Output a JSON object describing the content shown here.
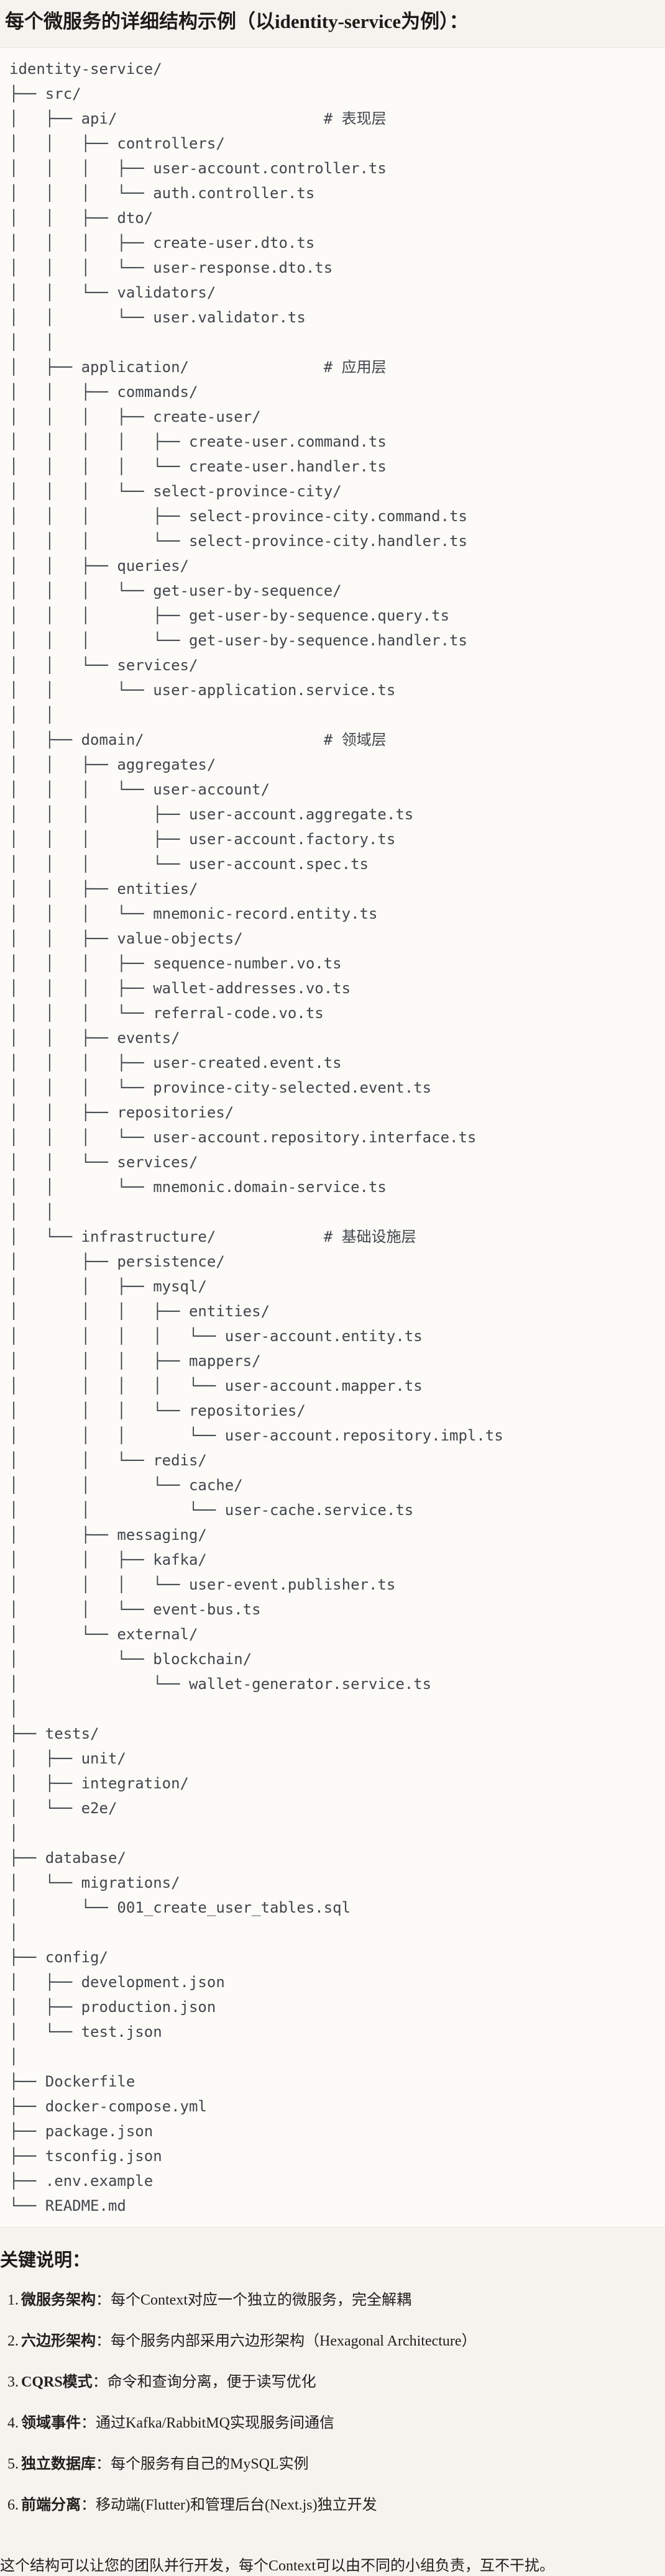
{
  "page": {
    "title": "每个微服务的详细结构示例（以identity-service为例）："
  },
  "code_block": {
    "lines": [
      "identity-service/",
      "├── src/",
      "│   ├── api/                       # 表现层",
      "│   │   ├── controllers/",
      "│   │   │   ├── user-account.controller.ts",
      "│   │   │   └── auth.controller.ts",
      "│   │   ├── dto/",
      "│   │   │   ├── create-user.dto.ts",
      "│   │   │   └── user-response.dto.ts",
      "│   │   └── validators/",
      "│   │       └── user.validator.ts",
      "│   │",
      "│   ├── application/               # 应用层",
      "│   │   ├── commands/",
      "│   │   │   ├── create-user/",
      "│   │   │   │   ├── create-user.command.ts",
      "│   │   │   │   └── create-user.handler.ts",
      "│   │   │   └── select-province-city/",
      "│   │   │       ├── select-province-city.command.ts",
      "│   │   │       └── select-province-city.handler.ts",
      "│   │   ├── queries/",
      "│   │   │   └── get-user-by-sequence/",
      "│   │   │       ├── get-user-by-sequence.query.ts",
      "│   │   │       └── get-user-by-sequence.handler.ts",
      "│   │   └── services/",
      "│   │       └── user-application.service.ts",
      "│   │",
      "│   ├── domain/                    # 领域层",
      "│   │   ├── aggregates/",
      "│   │   │   └── user-account/",
      "│   │   │       ├── user-account.aggregate.ts",
      "│   │   │       ├── user-account.factory.ts",
      "│   │   │       └── user-account.spec.ts",
      "│   │   ├── entities/",
      "│   │   │   └── mnemonic-record.entity.ts",
      "│   │   ├── value-objects/",
      "│   │   │   ├── sequence-number.vo.ts",
      "│   │   │   ├── wallet-addresses.vo.ts",
      "│   │   │   └── referral-code.vo.ts",
      "│   │   ├── events/",
      "│   │   │   ├── user-created.event.ts",
      "│   │   │   └── province-city-selected.event.ts",
      "│   │   ├── repositories/",
      "│   │   │   └── user-account.repository.interface.ts",
      "│   │   └── services/",
      "│   │       └── mnemonic.domain-service.ts",
      "│   │",
      "│   └── infrastructure/            # 基础设施层",
      "│       ├── persistence/",
      "│       │   ├── mysql/",
      "│       │   │   ├── entities/",
      "│       │   │   │   └── user-account.entity.ts",
      "│       │   │   ├── mappers/",
      "│       │   │   │   └── user-account.mapper.ts",
      "│       │   │   └── repositories/",
      "│       │   │       └── user-account.repository.impl.ts",
      "│       │   └── redis/",
      "│       │       └── cache/",
      "│       │           └── user-cache.service.ts",
      "│       ├── messaging/",
      "│       │   ├── kafka/",
      "│       │   │   └── user-event.publisher.ts",
      "│       │   └── event-bus.ts",
      "│       └── external/",
      "│           └── blockchain/",
      "│               └── wallet-generator.service.ts",
      "│",
      "├── tests/",
      "│   ├── unit/",
      "│   ├── integration/",
      "│   └── e2e/",
      "│",
      "├── database/",
      "│   └── migrations/",
      "│       └── 001_create_user_tables.sql",
      "│",
      "├── config/",
      "│   ├── development.json",
      "│   ├── production.json",
      "│   └── test.json",
      "│",
      "├── Dockerfile",
      "├── docker-compose.yml",
      "├── package.json",
      "├── tsconfig.json",
      "├── .env.example",
      "└── README.md"
    ]
  },
  "key_notes": {
    "heading": "关键说明：",
    "items": [
      {
        "num": "1.",
        "label": "微服务架构",
        "desc": "：每个Context对应一个独立的微服务，完全解耦"
      },
      {
        "num": "2.",
        "label": "六边形架构",
        "desc": "：每个服务内部采用六边形架构（Hexagonal Architecture）"
      },
      {
        "num": "3.",
        "label": "CQRS模式",
        "desc": "：命令和查询分离，便于读写优化"
      },
      {
        "num": "4.",
        "label": "领域事件",
        "desc": "：通过Kafka/RabbitMQ实现服务间通信"
      },
      {
        "num": "5.",
        "label": "独立数据库",
        "desc": "：每个服务有自己的MySQL实例"
      },
      {
        "num": "6.",
        "label": "前端分离",
        "desc": "：移动端(Flutter)和管理后台(Next.js)独立开发"
      }
    ],
    "footer": "这个结构可以让您的团队并行开发，每个Context可以由不同的小组负责，互不干扰。"
  }
}
